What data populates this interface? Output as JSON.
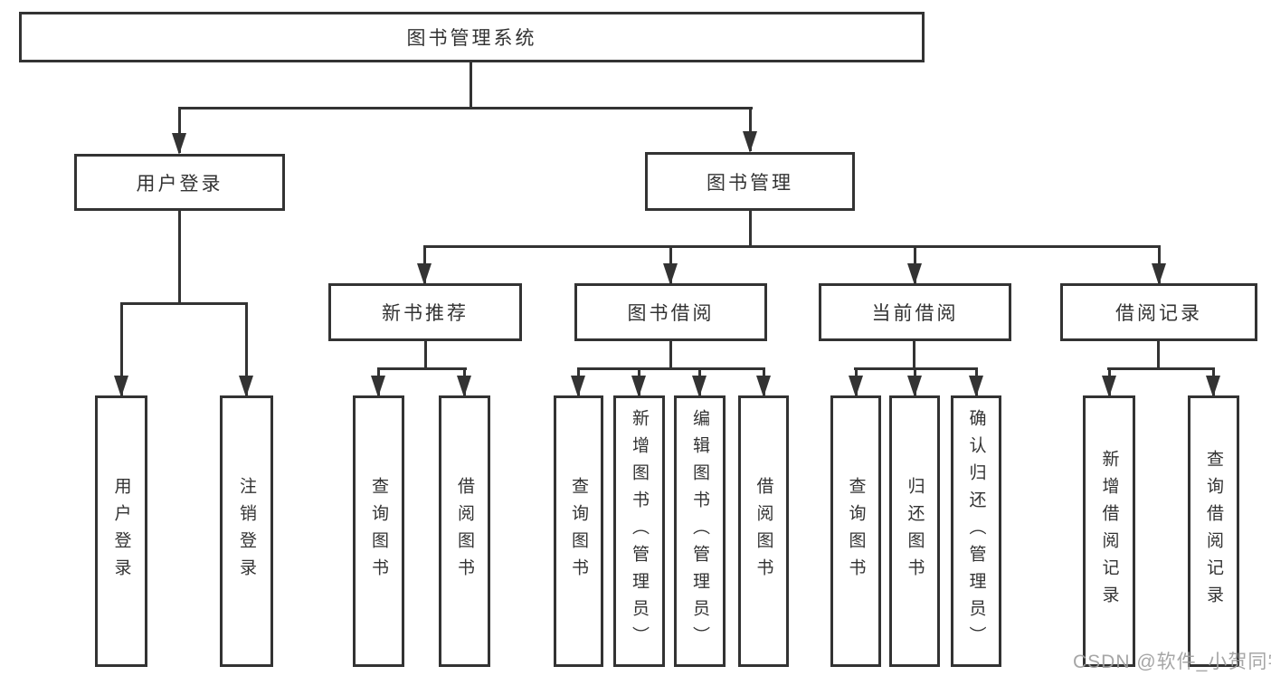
{
  "diagram": {
    "title": "图书管理系统",
    "watermark": "CSDN @软件_小贺同学",
    "colors": {
      "line": "#333333",
      "text": "#333333",
      "background": "#ffffff",
      "watermark": "#9e9e9e"
    },
    "nodes": {
      "root": {
        "label": "图书管理系统"
      },
      "user_login": {
        "label": "用户登录"
      },
      "book_mgmt": {
        "label": "图书管理"
      },
      "new_book_rec": {
        "label": "新书推荐"
      },
      "book_borrow": {
        "label": "图书借阅"
      },
      "current_borrow": {
        "label": "当前借阅"
      },
      "borrow_record": {
        "label": "借阅记录"
      },
      "leaf_user_login": {
        "label": "用户登录"
      },
      "leaf_logout": {
        "label": "注销登录"
      },
      "leaf_query_book_1": {
        "label": "查询图书"
      },
      "leaf_borrow_book_1": {
        "label": "借阅图书"
      },
      "leaf_query_book_2": {
        "label": "查询图书"
      },
      "leaf_add_book": {
        "label": "新增图书（管理员）"
      },
      "leaf_edit_book": {
        "label": "编辑图书（管理员）"
      },
      "leaf_borrow_book_2": {
        "label": "借阅图书"
      },
      "leaf_query_book_3": {
        "label": "查询图书"
      },
      "leaf_return_book": {
        "label": "归还图书"
      },
      "leaf_confirm_return": {
        "label": "确认归还（管理员）"
      },
      "leaf_add_record": {
        "label": "新增借阅记录"
      },
      "leaf_query_record": {
        "label": "查询借阅记录"
      }
    },
    "hierarchy": {
      "root": [
        "user_login",
        "book_mgmt"
      ],
      "user_login": [
        "leaf_user_login",
        "leaf_logout"
      ],
      "book_mgmt": [
        "new_book_rec",
        "book_borrow",
        "current_borrow",
        "borrow_record"
      ],
      "new_book_rec": [
        "leaf_query_book_1",
        "leaf_borrow_book_1"
      ],
      "book_borrow": [
        "leaf_query_book_2",
        "leaf_add_book",
        "leaf_edit_book",
        "leaf_borrow_book_2"
      ],
      "current_borrow": [
        "leaf_query_book_3",
        "leaf_return_book",
        "leaf_confirm_return"
      ],
      "borrow_record": [
        "leaf_add_record",
        "leaf_query_record"
      ]
    }
  }
}
